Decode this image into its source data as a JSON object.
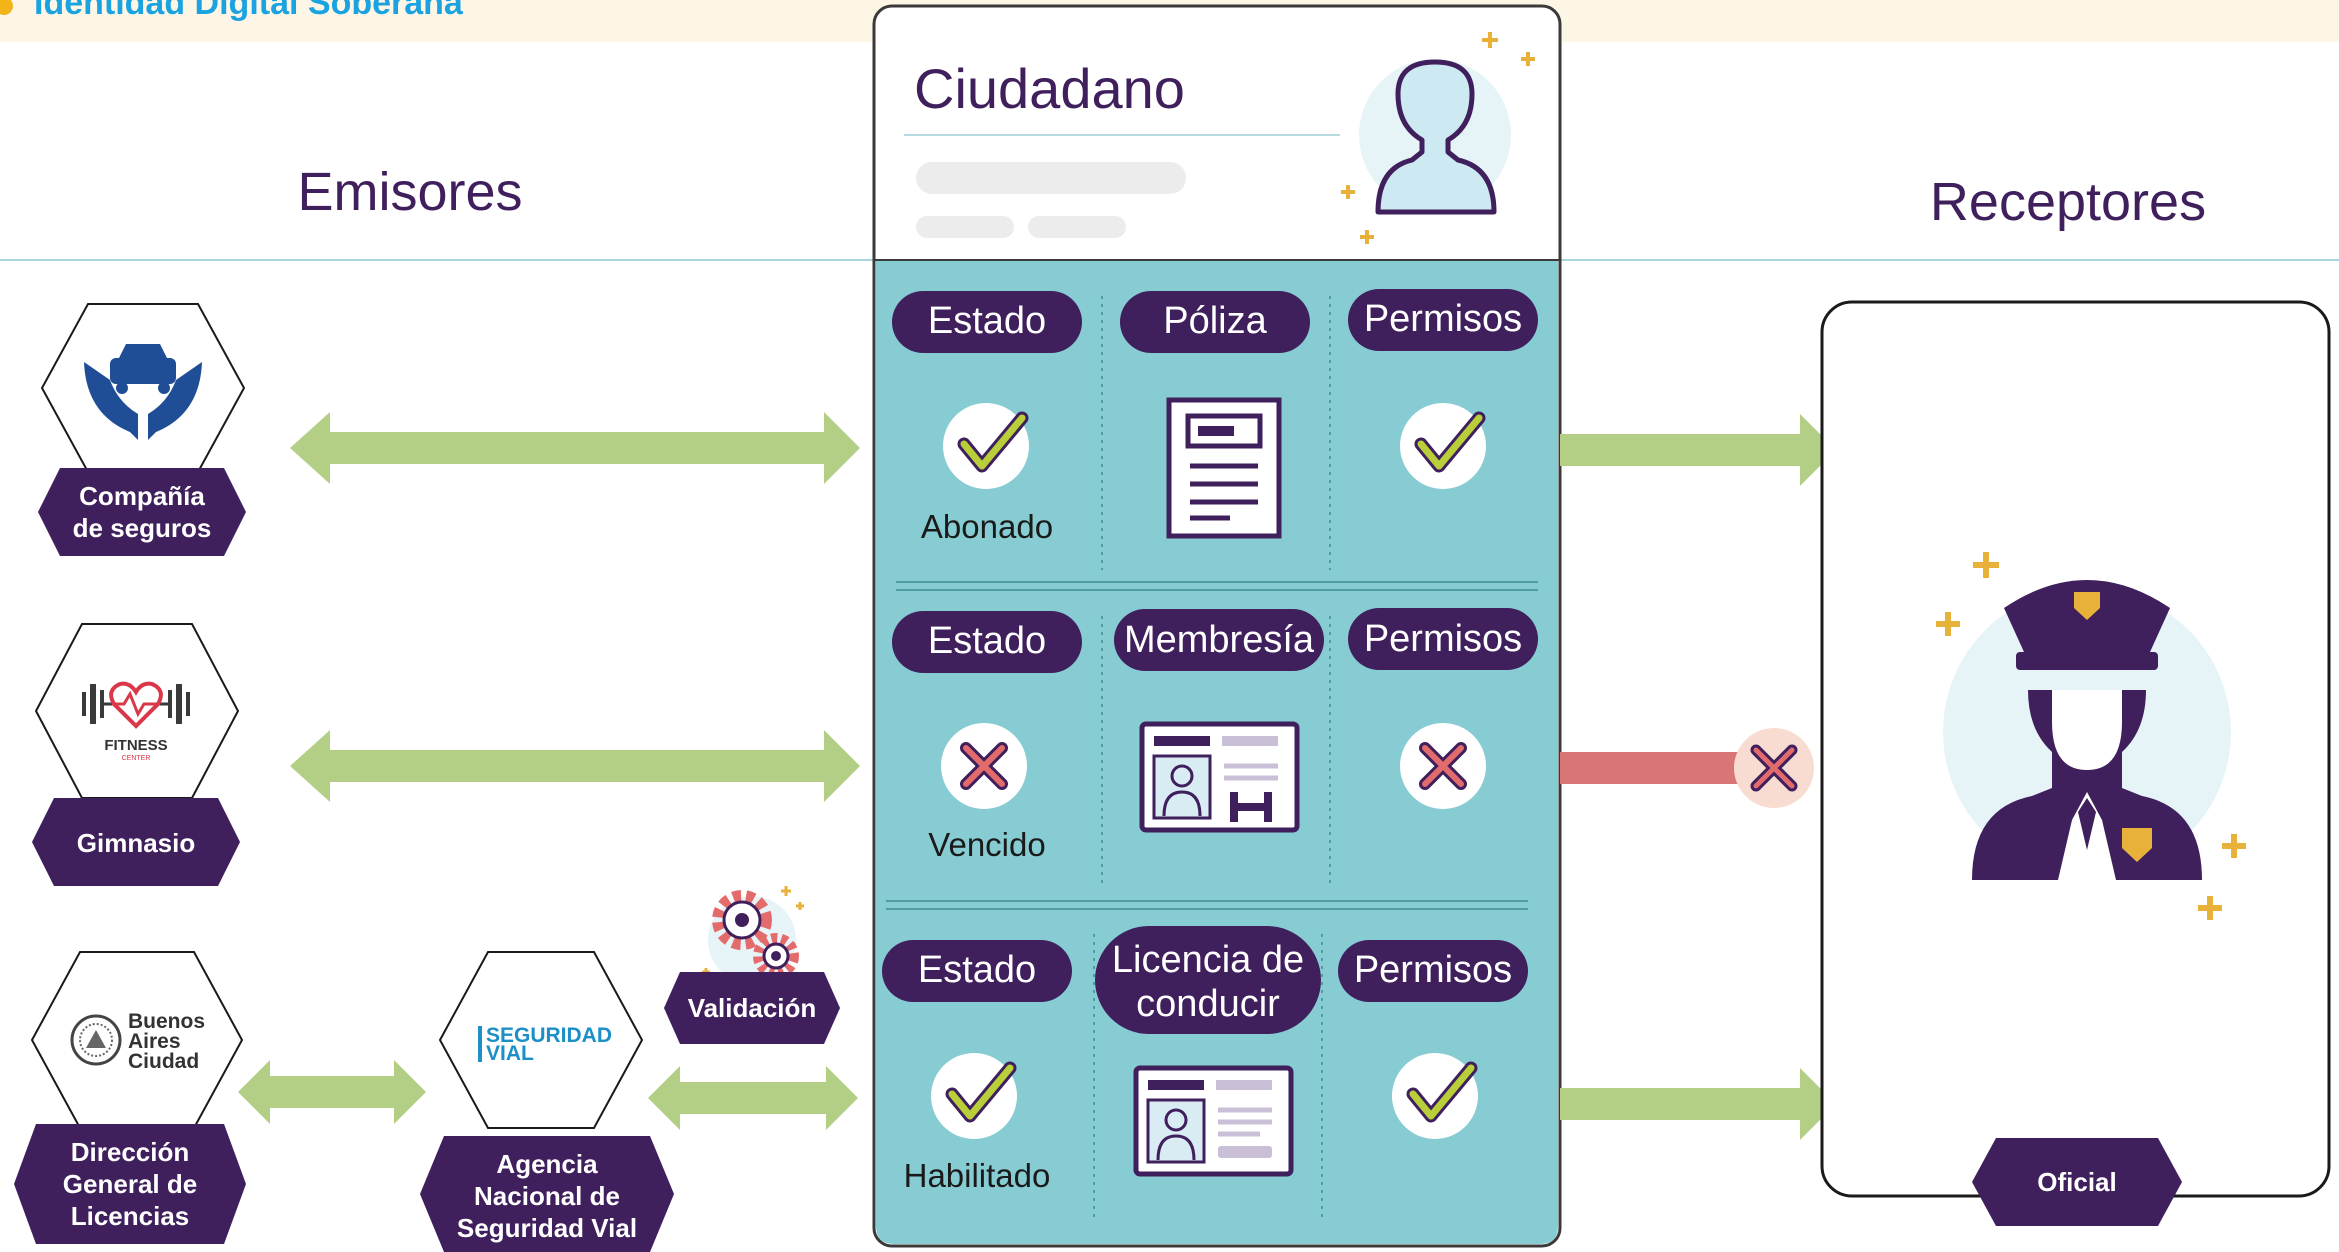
{
  "banner": {
    "title": "Identidad Digital Soberana"
  },
  "headings": {
    "issuers": "Emisores",
    "receivers": "Receptores"
  },
  "wallet": {
    "holder": "Ciudadano",
    "rows": [
      {
        "status_label": "Estado",
        "status_value": "Abonado",
        "status_ok": true,
        "credential_label": "Póliza",
        "credential_icon": "policy-document-icon",
        "permissions_label": "Permisos",
        "permissions_ok": true
      },
      {
        "status_label": "Estado",
        "status_value": "Vencido",
        "status_ok": false,
        "credential_label": "Membresía",
        "credential_icon": "gym-membership-card-icon",
        "permissions_label": "Permisos",
        "permissions_ok": false
      },
      {
        "status_label": "Estado",
        "status_value": "Habilitado",
        "status_ok": true,
        "credential_label_line1": "Licencia de",
        "credential_label_line2": "conducir",
        "credential_icon": "driver-license-card-icon",
        "permissions_label": "Permisos",
        "permissions_ok": true
      }
    ]
  },
  "issuers": [
    {
      "label_lines": [
        "Compañía",
        "de seguros"
      ],
      "logo": "car-in-hands-icon"
    },
    {
      "label_lines": [
        "Gimnasio"
      ],
      "logo": "fitness-center-logo",
      "logo_text": "FITNESS",
      "logo_subtext": "CENTER"
    },
    {
      "label_lines": [
        "Dirección",
        "General de",
        "Licencias"
      ],
      "logo": "buenos-aires-ciudad-logo",
      "logo_text_lines": [
        "Buenos",
        "Aires",
        "Ciudad"
      ]
    }
  ],
  "agency": {
    "label_lines": [
      "Agencia",
      "Nacional de",
      "Seguridad Vial"
    ],
    "logo_text_lines": [
      "SEGURIDAD",
      "VIAL"
    ]
  },
  "validation": {
    "label": "Validación"
  },
  "receiver": {
    "label": "Oficial"
  },
  "colors": {
    "purple": "#3f1f5c",
    "teal": "#86ccd2",
    "green": "#b3cf86",
    "red": "#d87575",
    "gold": "#e8b23a",
    "check": "#b9cf3a",
    "cross": "#e26b6b"
  }
}
